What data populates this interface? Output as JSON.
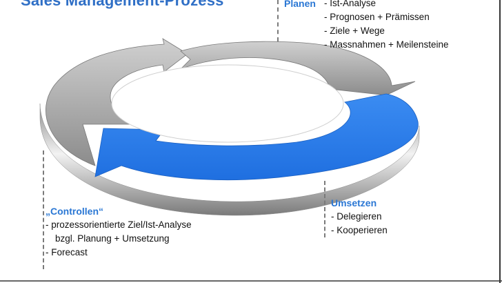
{
  "title": "Sales Management-Prozess",
  "phases": {
    "planen": {
      "title": "Planen",
      "items": [
        "- Ist-Analyse",
        "- Prognosen + Prämissen",
        "- Ziele + Wege",
        "- Massnahmen + Meilensteine"
      ]
    },
    "umsetzen": {
      "title": "Umsetzen",
      "items": [
        "- Delegieren",
        "- Kooperieren"
      ]
    },
    "controllen": {
      "title": "„Controllen“",
      "items": [
        "- prozessorientierte Ziel/Ist-Analyse",
        "bzgl. Planung + Umsetzung",
        "-  Forecast"
      ]
    }
  },
  "colors": {
    "title": "#2f6fc6",
    "accent_blue": "#2f80ed",
    "arrow_gray": "#a6a6a6",
    "arrow_gray_dark": "#7f7f7f"
  }
}
